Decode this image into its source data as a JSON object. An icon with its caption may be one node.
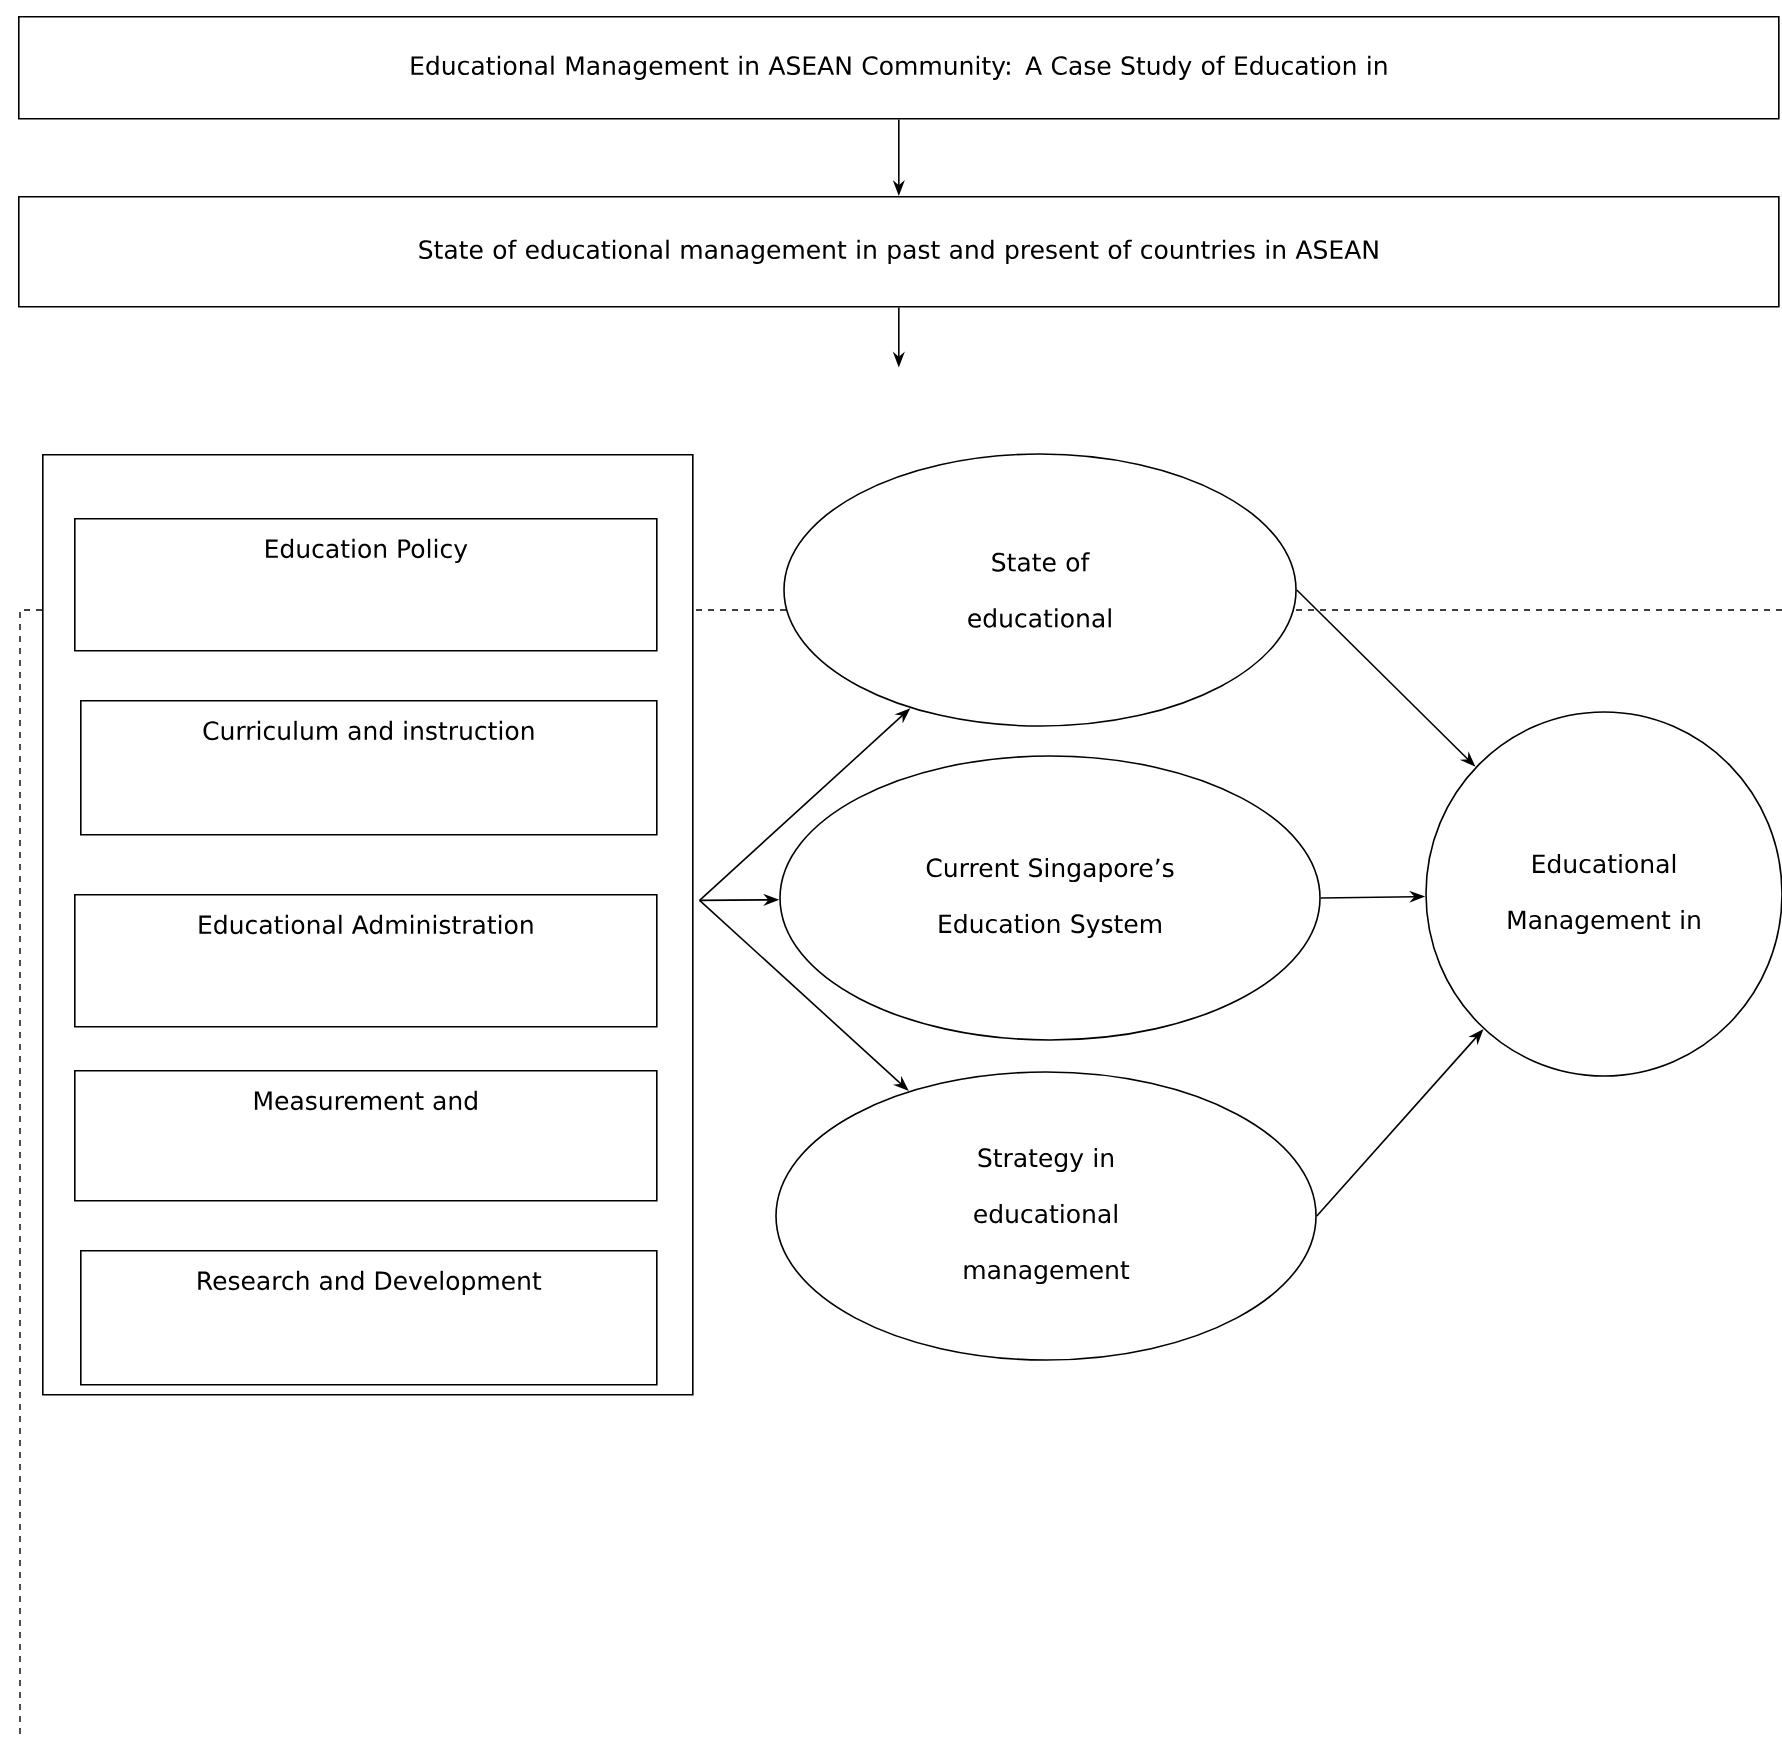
{
  "diagram": {
    "nodes": [
      {
        "text": [
          "Educational Management in ASEAN Community: A Case Study of Education in"
        ]
      },
      {
        "text": [
          "State of educational management in past and present of countries in ASEAN"
        ]
      },
      {
        "text": [],
        "shape": "box"
      },
      {
        "text": [
          "Education Policy"
        ],
        "in": 2
      },
      {
        "text": [
          "Curriculum and instruction"
        ],
        "in": 2
      },
      {
        "text": [
          "Educational Administration"
        ],
        "in": 2
      },
      {
        "text": [
          "Measurement and"
        ],
        "in": 2
      },
      {
        "text": [
          "Research and Development"
        ],
        "in": 2
      },
      {
        "text": [
          "State of educational"
        ]
      },
      {
        "text": [
          "Current Singapore’s Education System"
        ]
      },
      {
        "text": [
          "Strategy in educational management"
        ]
      },
      {
        "text": [
          "Educational Management in"
        ]
      }
    ],
    "edges": [
      {
        "from": 0,
        "to": 1,
        "arrow": "to"
      },
      {
        "from": 1,
        "to": null,
        "arrow": "to"
      },
      {
        "from": 2,
        "to": 8,
        "arrow": "to"
      },
      {
        "from": 2,
        "to": 9,
        "arrow": "to"
      },
      {
        "from": 2,
        "to": 10,
        "arrow": "to"
      },
      {
        "from": 8,
        "to": 11,
        "arrow": "to"
      },
      {
        "from": 9,
        "to": 11,
        "arrow": "to"
      },
      {
        "from": 10,
        "to": 11,
        "arrow": "to"
      }
    ]
  }
}
